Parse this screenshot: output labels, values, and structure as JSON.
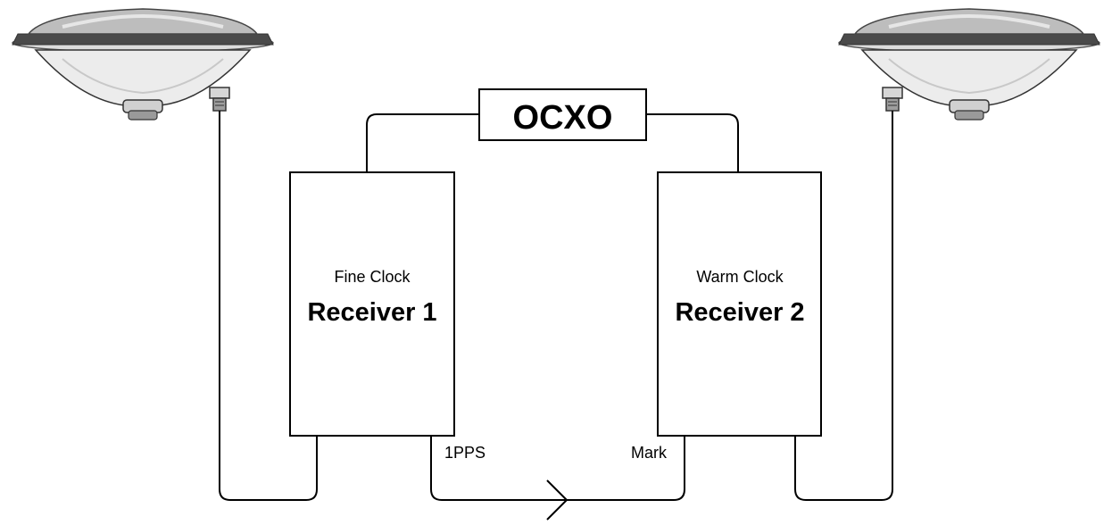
{
  "oscillator": {
    "label": "OCXO"
  },
  "receiver_1": {
    "subtitle": "Fine Clock",
    "title": "Receiver 1"
  },
  "receiver_2": {
    "subtitle": "Warm Clock",
    "title": "Receiver 2"
  },
  "signals": {
    "output_label": "1PPS",
    "input_label": "Mark"
  },
  "antennas": [
    {
      "icon": "gnss-antenna-icon"
    },
    {
      "icon": "gnss-antenna-icon"
    }
  ],
  "colors": {
    "line": "#000000",
    "background": "#ffffff",
    "antenna_dark": "#4a4a4a",
    "antenna_mid": "#bdbdbd",
    "antenna_light": "#ececec"
  }
}
